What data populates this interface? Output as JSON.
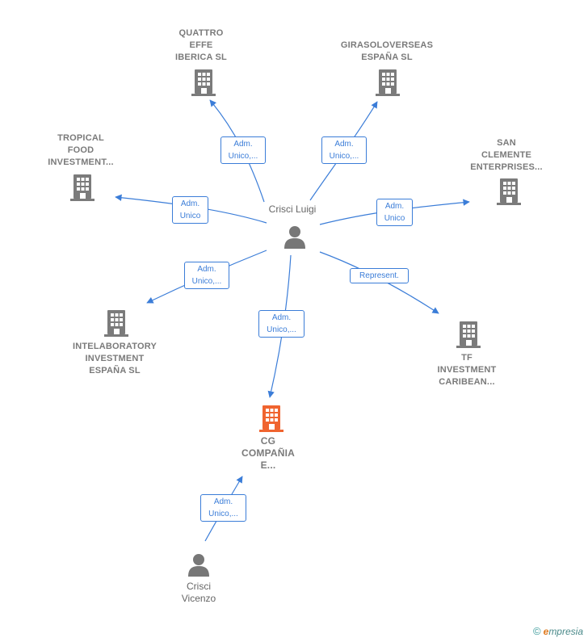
{
  "colors": {
    "edge": "#3b7dd8",
    "company": "#7b7b7b",
    "focus": "#f0642f",
    "person": "#777777"
  },
  "nodes": {
    "crisci_luigi": {
      "label": "Crisci Luigi",
      "icon": "person-icon"
    },
    "crisci_vicenzo": {
      "label": "Crisci\nVicenzo",
      "icon": "person-icon"
    },
    "quattro": {
      "label": "QUATTRO\nEFFE\nIBERICA  SL",
      "icon": "building-icon"
    },
    "girasol": {
      "label": "GIRASOLOVERSEAS\nESPAÑA  SL",
      "icon": "building-icon"
    },
    "tropical": {
      "label": "TROPICAL\nFOOD\nINVESTMENT...",
      "icon": "building-icon"
    },
    "san_clemente": {
      "label": "SAN\nCLEMENTE\nENTERPRISES...",
      "icon": "building-icon"
    },
    "intelab": {
      "label": "INTELABORATORY\nINVESTMENT\nESPAÑA  SL",
      "icon": "building-icon"
    },
    "tf": {
      "label": "TF\nINVESTMENT\nCARIBEAN...",
      "icon": "building-icon"
    },
    "cg": {
      "label": "CG\nCOMPAÑIA\nE...",
      "icon": "building-icon"
    }
  },
  "edges": {
    "quattro": "Adm.\nUnico,...",
    "girasol": "Adm.\nUnico,...",
    "tropical": "Adm.\nUnico",
    "san_clemente": "Adm.\nUnico",
    "intelab": "Adm.\nUnico,...",
    "tf": "Represent.",
    "cg": "Adm.\nUnico,...",
    "vicenzo_cg": "Adm.\nUnico,..."
  },
  "footer": {
    "copyright": "©",
    "brand_initial": "e",
    "brand_rest": "mpresia"
  }
}
